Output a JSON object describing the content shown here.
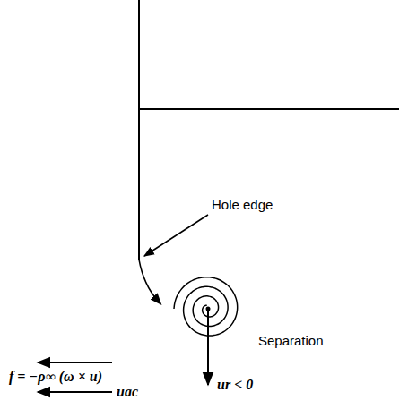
{
  "diagram": {
    "labels": [
      "Hole edge",
      "Separation",
      "f = −ρ∞ (ω × u)",
      "uac",
      "ur < 0"
    ]
  }
}
